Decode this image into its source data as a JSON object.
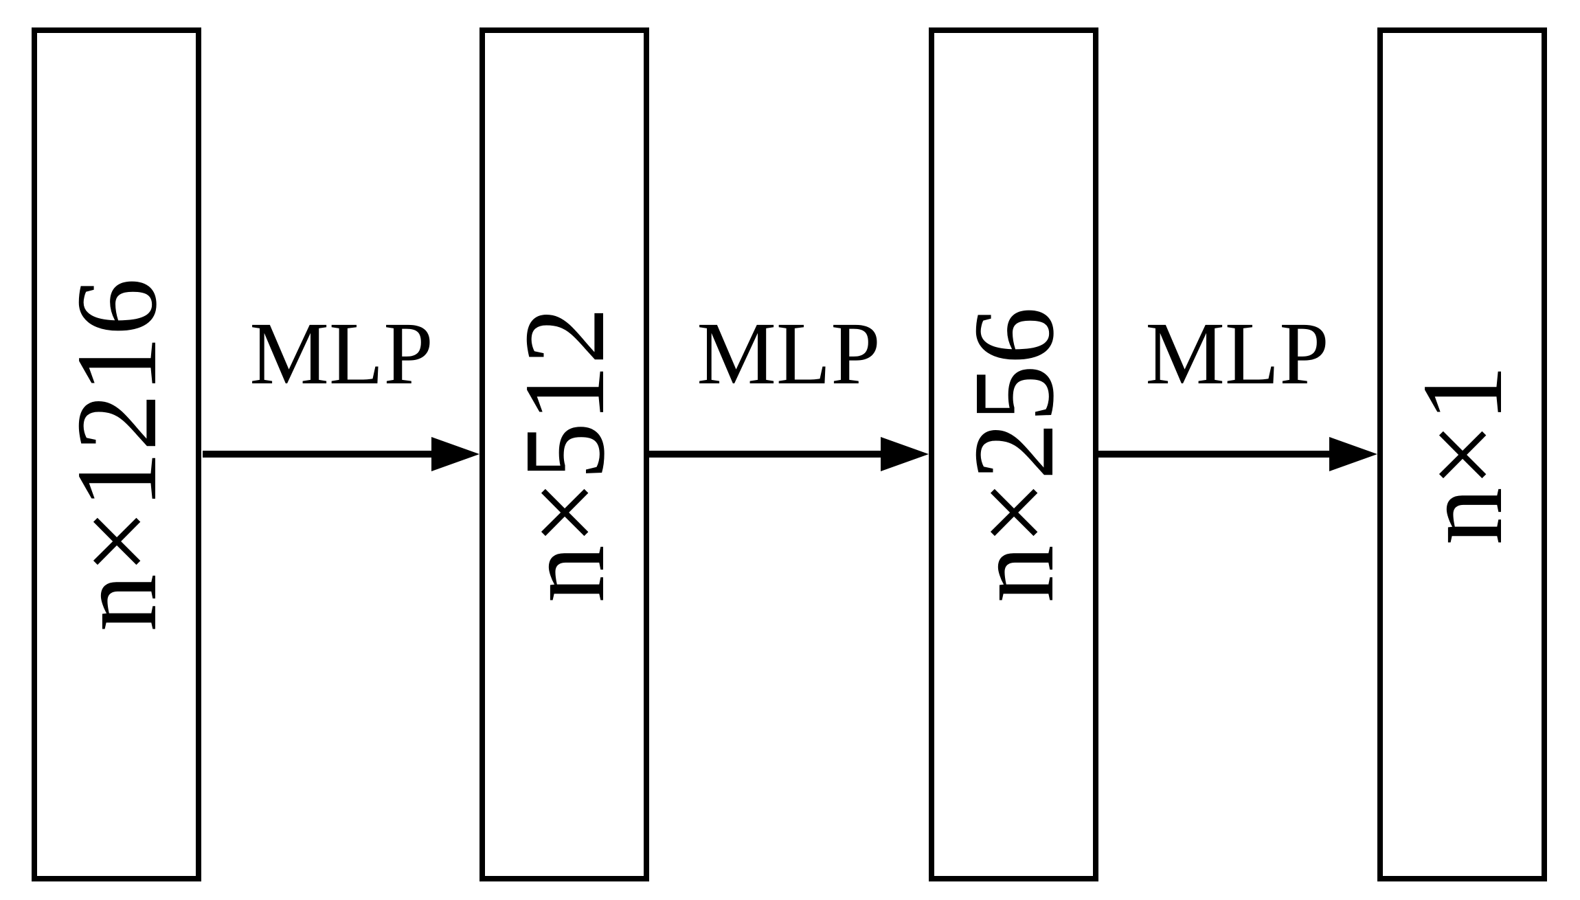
{
  "diagram": {
    "background_color": "#ffffff",
    "stroke_color": "#000000",
    "layers": [
      {
        "label": "n×1216"
      },
      {
        "label": "n×512"
      },
      {
        "label": "n×256"
      },
      {
        "label": "n×1"
      }
    ],
    "connections": [
      {
        "label": "MLP",
        "from": "n×1216",
        "to": "n×512"
      },
      {
        "label": "MLP",
        "from": "n×512",
        "to": "n×256"
      },
      {
        "label": "MLP",
        "from": "n×256",
        "to": "n×1"
      }
    ]
  }
}
